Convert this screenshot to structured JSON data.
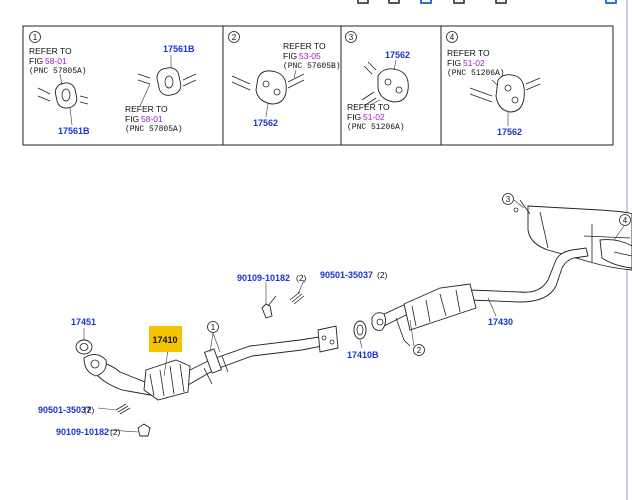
{
  "panels": [
    {
      "num": "1",
      "ref_a": {
        "line1": "REFER TO",
        "line2": "FIG",
        "fig": "58-01",
        "pnc": "(PNC 57805A)"
      },
      "ref_b": {
        "line1": "REFER TO",
        "line2": "FIG",
        "fig": "58-01",
        "pnc": "(PNC 57805A)"
      },
      "part_top": "17561B",
      "part_bottom": "17561B"
    },
    {
      "num": "2",
      "ref": {
        "line1": "REFER TO",
        "line2": "FIG",
        "fig": "53-05",
        "pnc": "(PNC 57605B)"
      },
      "part": "17562"
    },
    {
      "num": "3",
      "ref": {
        "line1": "REFER TO",
        "line2": "FIG",
        "fig": "51-02",
        "pnc": "(PNC 51206A)"
      },
      "part": "17562"
    },
    {
      "num": "4",
      "ref": {
        "line1": "REFER TO",
        "line2": "FIG",
        "fig": "51-02",
        "pnc": "(PNC 51206A)"
      },
      "part": "17562"
    }
  ],
  "callouts": {
    "bolt_upper": {
      "part": "90109-10182",
      "qty": "(2)"
    },
    "spring_upper": {
      "part": "90501-35037",
      "qty": "(2)"
    },
    "gasket_left": {
      "part": "17451"
    },
    "front_pipe": {
      "part": "17410"
    },
    "gasket_right": {
      "part": "17410B"
    },
    "center_pipe": {
      "part": "17430"
    },
    "spring_lower": {
      "part": "90501-35037",
      "qty": "(2)"
    },
    "bolt_lower": {
      "part": "90109-10182",
      "qty": "(2)"
    },
    "circle_1": "1",
    "circle_2": "2",
    "circle_3": "3",
    "circle_4": "4"
  },
  "colors": {
    "part_number": "#1a35c8",
    "figure_ref": "#a020c0",
    "highlight": "#f5c400"
  }
}
